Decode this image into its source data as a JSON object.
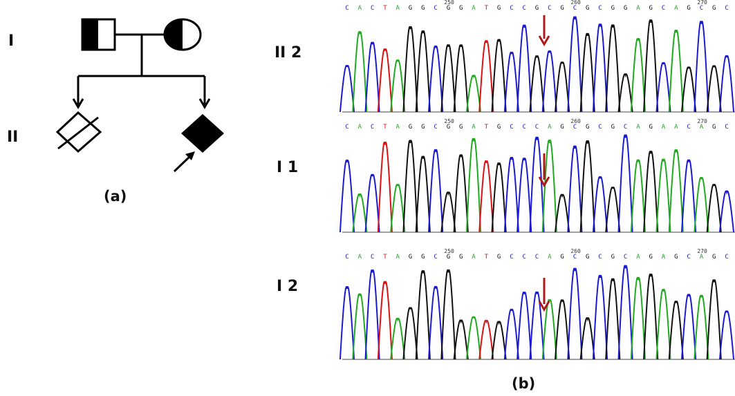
{
  "pedigree": {
    "generation_labels": [
      "I",
      "II"
    ],
    "panel_label": "(a)",
    "gen1": [
      {
        "sex": "male",
        "status": "heterozygous-carrier"
      },
      {
        "sex": "female",
        "status": "heterozygous-carrier"
      }
    ],
    "gen2": [
      {
        "sex": "unknown",
        "status": "deceased"
      },
      {
        "sex": "unknown",
        "status": "affected",
        "proband": true
      }
    ]
  },
  "sequencing": {
    "panel_label": "(b)",
    "colors": {
      "A": "#1faa1f",
      "C": "#1a1ad0",
      "G": "#111111",
      "T": "#dd1111",
      "arrow": "#b01818"
    },
    "traces": [
      {
        "label": "II 2",
        "position_marks": [
          "250",
          "260",
          "270"
        ],
        "sequence": "CACTAGGCGGATGCCGCGCGCGGAGCAGCGC"
      },
      {
        "label": "I 1",
        "position_marks": [
          "250",
          "260",
          "270"
        ],
        "sequence": "CACTAGGCGGATGCCCAGCGCGCAGAACAGC"
      },
      {
        "label": "I 2",
        "position_marks": [
          "250",
          "260",
          "270"
        ],
        "sequence": "CACTAGGCGGATGCCCAGCGCGCAGAGCAGC"
      }
    ]
  }
}
